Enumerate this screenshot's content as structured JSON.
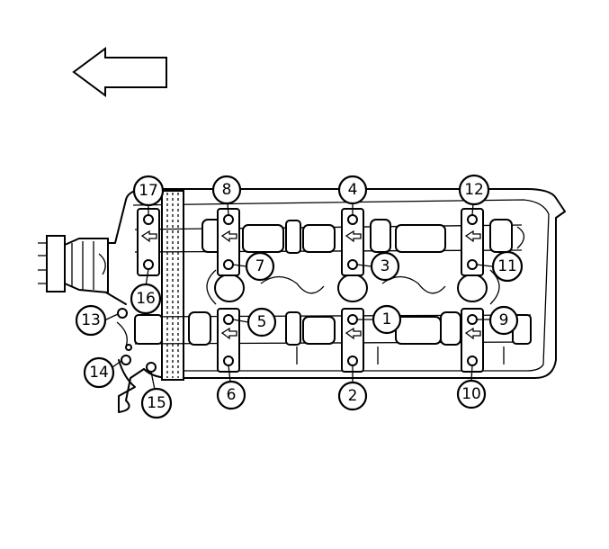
{
  "callouts": [
    {
      "id": "1",
      "label": "1"
    },
    {
      "id": "2",
      "label": "2"
    },
    {
      "id": "3",
      "label": "3"
    },
    {
      "id": "4",
      "label": "4"
    },
    {
      "id": "5",
      "label": "5"
    },
    {
      "id": "6",
      "label": "6"
    },
    {
      "id": "7",
      "label": "7"
    },
    {
      "id": "8",
      "label": "8"
    },
    {
      "id": "9",
      "label": "9"
    },
    {
      "id": "10",
      "label": "10"
    },
    {
      "id": "11",
      "label": "11"
    },
    {
      "id": "12",
      "label": "12"
    },
    {
      "id": "13",
      "label": "13"
    },
    {
      "id": "14",
      "label": "14"
    },
    {
      "id": "15",
      "label": "15"
    },
    {
      "id": "16",
      "label": "16"
    },
    {
      "id": "17",
      "label": "17"
    }
  ],
  "arrow": {
    "direction": "left"
  }
}
